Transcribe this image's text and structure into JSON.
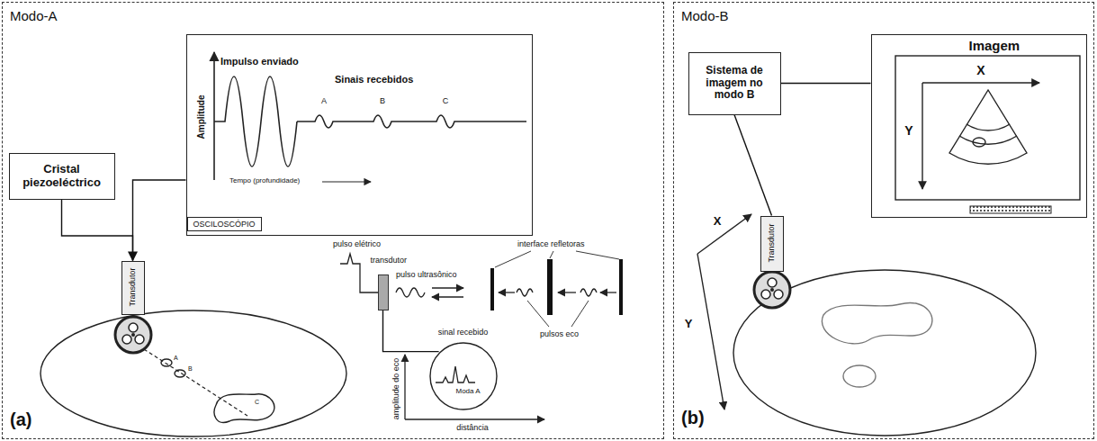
{
  "diagram": {
    "nodes": [
      {
        "text": [
          "Modo-A",
          "(a)"
        ]
      },
      {
        "text": [
          "OSCILOSCÓPIO"
        ],
        "in": 0
      },
      {
        "text": [
          "Cristal piezoeléctrico"
        ],
        "in": 0
      },
      {
        "text": [
          "Transdutor"
        ],
        "in": 0
      },
      {
        "text": [
          "transdutor"
        ],
        "in": 0
      },
      {
        "text": [
          "sinal recebido",
          "Moda A"
        ],
        "in": 0
      },
      {
        "text": [
          "Modo-B",
          "(b)"
        ]
      },
      {
        "text": [
          "Sistema de imagem no modo B"
        ],
        "in": 6
      },
      {
        "text": [
          "Imagem"
        ],
        "in": 6
      },
      {
        "text": [
          "Transdutor"
        ],
        "in": 6
      }
    ],
    "edges": [
      {
        "from": 2,
        "to": 3,
        "arrow": "to"
      },
      {
        "from": 1,
        "to": 3,
        "arrow": "none"
      },
      {
        "from": 4,
        "to": 5,
        "arrow": "none"
      },
      {
        "from": 7,
        "to": 8,
        "arrow": "none"
      },
      {
        "from": 7,
        "to": 9,
        "arrow": "none"
      }
    ],
    "labels": [
      "Impulso enviado",
      "Sinais recebidos",
      "Amplitude",
      "A",
      "B",
      "C",
      "Tempo (profundidade)",
      "A",
      "B",
      "C",
      "pulso elétrico",
      "pulso ultrasônico",
      "interface refletoras",
      "pulsos eco",
      "amplitude do eco",
      "distância",
      "X",
      "Y",
      "X",
      "Y"
    ]
  }
}
